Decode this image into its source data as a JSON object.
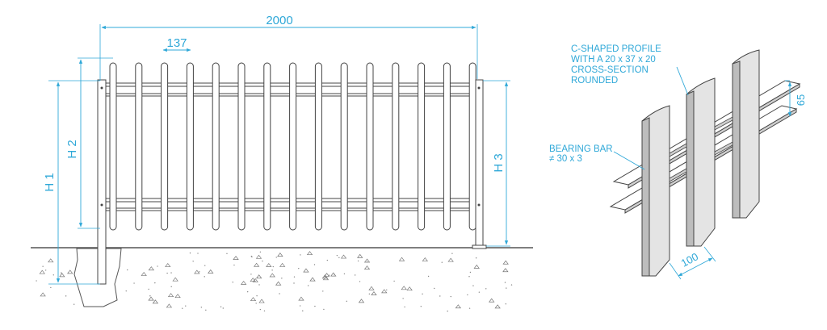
{
  "dimensions": {
    "width": "2000",
    "spacing": "137",
    "h1": "H 1",
    "h2": "H 2",
    "h3": "H 3",
    "bar_spacing": "65",
    "post_width": "100"
  },
  "labels": {
    "profile_line1": "C-SHAPED PROFILE",
    "profile_line2": "WITH A 20 x 37 x 20",
    "profile_line3": "CROSS-SECTION",
    "profile_line4": "ROUNDED",
    "bearing_line1": "BEARING BAR",
    "bearing_line2": "≠ 30 x 3"
  },
  "colors": {
    "dimension": "#2fa8d8",
    "line": "#3a3a3a",
    "post_dark": "#bdbdbd",
    "post_light": "#e4e4e4"
  }
}
